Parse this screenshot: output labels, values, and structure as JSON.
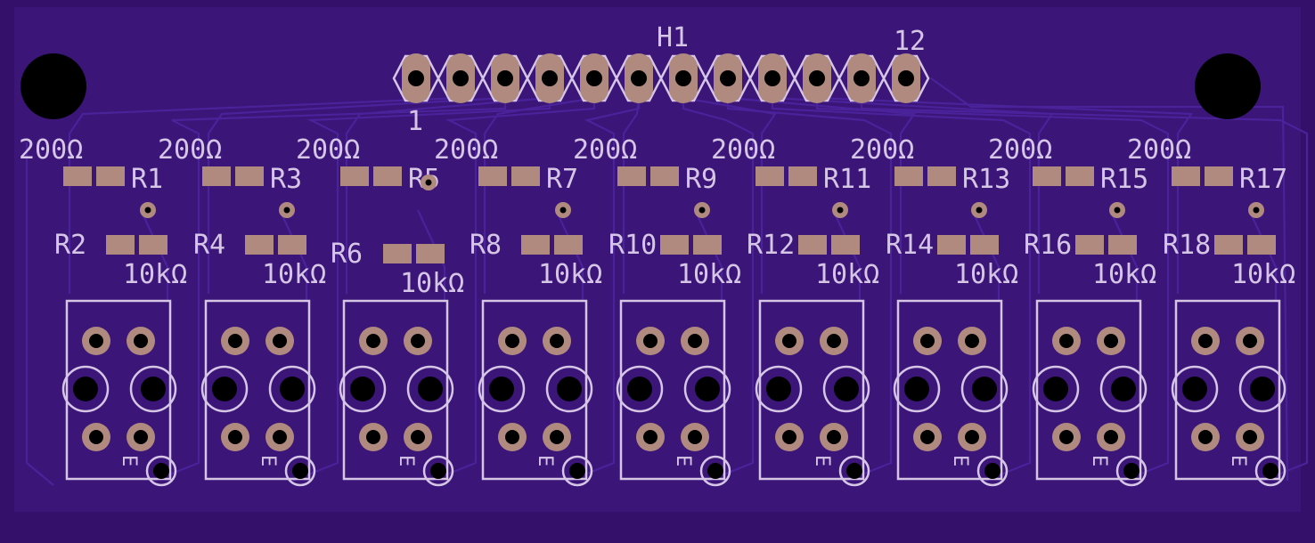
{
  "header": {
    "ref": "H1",
    "pin_first": "1",
    "pin_last": "12",
    "pin_count": 12
  },
  "resistors_top": [
    {
      "ref": "R1",
      "value": "200Ω"
    },
    {
      "ref": "R3",
      "value": "200Ω"
    },
    {
      "ref": "R5",
      "value": "200Ω"
    },
    {
      "ref": "R7",
      "value": "200Ω"
    },
    {
      "ref": "R9",
      "value": "200Ω"
    },
    {
      "ref": "R11",
      "value": "200Ω"
    },
    {
      "ref": "R13",
      "value": "200Ω"
    },
    {
      "ref": "R15",
      "value": "200Ω"
    },
    {
      "ref": "R17",
      "value": "200Ω"
    }
  ],
  "resistors_bottom": [
    {
      "ref": "R2",
      "value": "10kΩ"
    },
    {
      "ref": "R4",
      "value": "10kΩ"
    },
    {
      "ref": "R6",
      "value": "10kΩ"
    },
    {
      "ref": "R8",
      "value": "10kΩ"
    },
    {
      "ref": "R10",
      "value": "10kΩ"
    },
    {
      "ref": "R12",
      "value": "10kΩ"
    },
    {
      "ref": "R14",
      "value": "10kΩ"
    },
    {
      "ref": "R16",
      "value": "10kΩ"
    },
    {
      "ref": "R18",
      "value": "10kΩ"
    }
  ],
  "switch_count": 9,
  "switch_mark": "E",
  "colors": {
    "board": "#3b1578",
    "background": "#34106b",
    "silkscreen": "#d6c6e6",
    "copper_pad": "#b08a7f",
    "drill": "#000000",
    "trace": "#4a229a"
  }
}
